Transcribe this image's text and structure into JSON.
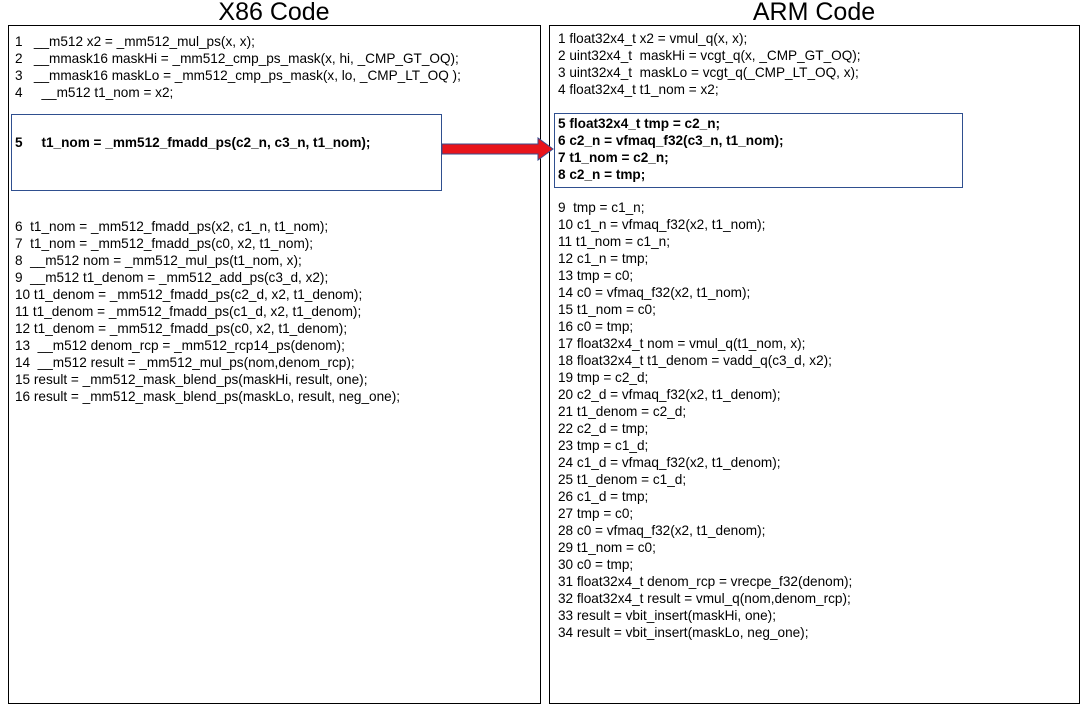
{
  "x86": {
    "title": "X86 Code",
    "pre_lines": [
      "1   __m512 x2 = _mm512_mul_ps(x, x);",
      "2   __mmask16 maskHi = _mm512_cmp_ps_mask(x, hi, _CMP_GT_OQ);",
      "3   __mmask16 maskLo = _mm512_cmp_ps_mask(x, lo, _CMP_LT_OQ );",
      "4     __m512 t1_nom = x2;"
    ],
    "highlight_line": "5     t1_nom = _mm512_fmadd_ps(c2_n, c3_n, t1_nom);",
    "post_lines": [
      "6  t1_nom = _mm512_fmadd_ps(x2, c1_n, t1_nom);",
      "7  t1_nom = _mm512_fmadd_ps(c0, x2, t1_nom);",
      "8  __m512 nom = _mm512_mul_ps(t1_nom, x);",
      "9  __m512 t1_denom = _mm512_add_ps(c3_d, x2);",
      "10 t1_denom = _mm512_fmadd_ps(c2_d, x2, t1_denom);",
      "11 t1_denom = _mm512_fmadd_ps(c1_d, x2, t1_denom);",
      "12 t1_denom = _mm512_fmadd_ps(c0, x2, t1_denom);",
      "13  __m512 denom_rcp = _mm512_rcp14_ps(denom);",
      "14  __m512 result = _mm512_mul_ps(nom,denom_rcp);",
      "15 result = _mm512_mask_blend_ps(maskHi, result, one);",
      "16 result = _mm512_mask_blend_ps(maskLo, result, neg_one);"
    ]
  },
  "arm": {
    "title": "ARM Code",
    "pre_lines": [
      "1 float32x4_t x2 = vmul_q(x, x);",
      "2 uint32x4_t  maskHi = vcgt_q(x, _CMP_GT_OQ);",
      "3 uint32x4_t  maskLo = vcgt_q(_CMP_LT_OQ, x);",
      "4 float32x4_t t1_nom = x2;"
    ],
    "highlight_lines": [
      "5 float32x4_t tmp = c2_n;",
      "6 c2_n = vfmaq_f32(c3_n, t1_nom);",
      "7 t1_nom = c2_n;",
      "8 c2_n = tmp;"
    ],
    "post_lines": [
      "9  tmp = c1_n;",
      "10 c1_n = vfmaq_f32(x2, t1_nom);",
      "11 t1_nom = c1_n;",
      "12 c1_n = tmp;",
      "13 tmp = c0;",
      "14 c0 = vfmaq_f32(x2, t1_nom);",
      "15 t1_nom = c0;",
      "16 c0 = tmp;",
      "17 float32x4_t nom = vmul_q(t1_nom, x);",
      "18 float32x4_t t1_denom = vadd_q(c3_d, x2);",
      "19 tmp = c2_d;",
      "20 c2_d = vfmaq_f32(x2, t1_denom);",
      "21 t1_denom = c2_d;",
      "22 c2_d = tmp;",
      "23 tmp = c1_d;",
      "24 c1_d = vfmaq_f32(x2, t1_denom);",
      "25 t1_denom = c1_d;",
      "26 c1_d = tmp;",
      "27 tmp = c0;",
      "28 c0 = vfmaq_f32(x2, t1_denom);",
      "29 t1_nom = c0;",
      "30 c0 = tmp;",
      "31 float32x4_t denom_rcp = vrecpe_f32(denom);",
      "32 float32x4_t result = vmul_q(nom,denom_rcp);",
      "33 result = vbit_insert(maskHi, one);",
      "34 result = vbit_insert(maskLo, neg_one);"
    ]
  },
  "colors": {
    "highlight_border": "#2f4f8f",
    "arrow_fill": "#e8141b",
    "arrow_stroke": "#3b4a8a"
  }
}
